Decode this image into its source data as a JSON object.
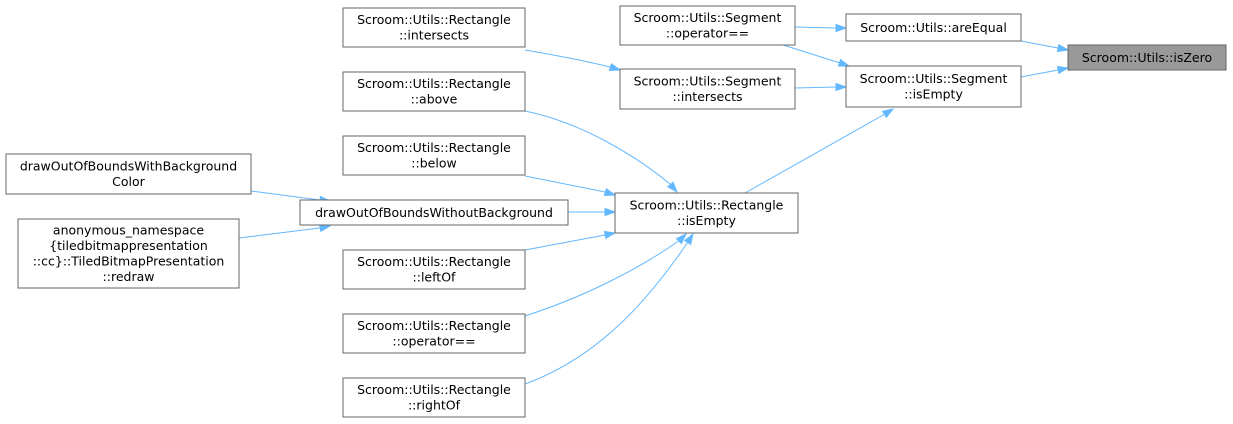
{
  "nodes": {
    "iszero": [
      "Scroom::Utils::isZero"
    ],
    "areequal": [
      "Scroom::Utils::areEqual"
    ],
    "segment_isempty": [
      "Scroom::Utils::Segment",
      "::isEmpty"
    ],
    "segment_opeq": [
      "Scroom::Utils::Segment",
      "::operator=="
    ],
    "segment_intersects": [
      "Scroom::Utils::Segment",
      "::intersects"
    ],
    "rect_isempty": [
      "Scroom::Utils::Rectangle",
      "::isEmpty"
    ],
    "rect_intersects": [
      "Scroom::Utils::Rectangle",
      "::intersects"
    ],
    "rect_above": [
      "Scroom::Utils::Rectangle",
      "::above"
    ],
    "rect_below": [
      "Scroom::Utils::Rectangle",
      "::below"
    ],
    "rect_leftof": [
      "Scroom::Utils::Rectangle",
      "::leftOf"
    ],
    "rect_opeq": [
      "Scroom::Utils::Rectangle",
      "::operator=="
    ],
    "rect_rightof": [
      "Scroom::Utils::Rectangle",
      "::rightOf"
    ],
    "draw_without": [
      "drawOutOfBoundsWithoutBackground"
    ],
    "draw_with": [
      "drawOutOfBoundsWithBackground",
      "Color"
    ],
    "redraw": [
      "anonymous_namespace",
      "{tiledbitmappresentation",
      "::cc}::TiledBitmapPresentation",
      "::redraw"
    ]
  },
  "colors": {
    "edge": "#63b8ff",
    "node_border": "#666666",
    "current_node_fill": "#999999"
  }
}
